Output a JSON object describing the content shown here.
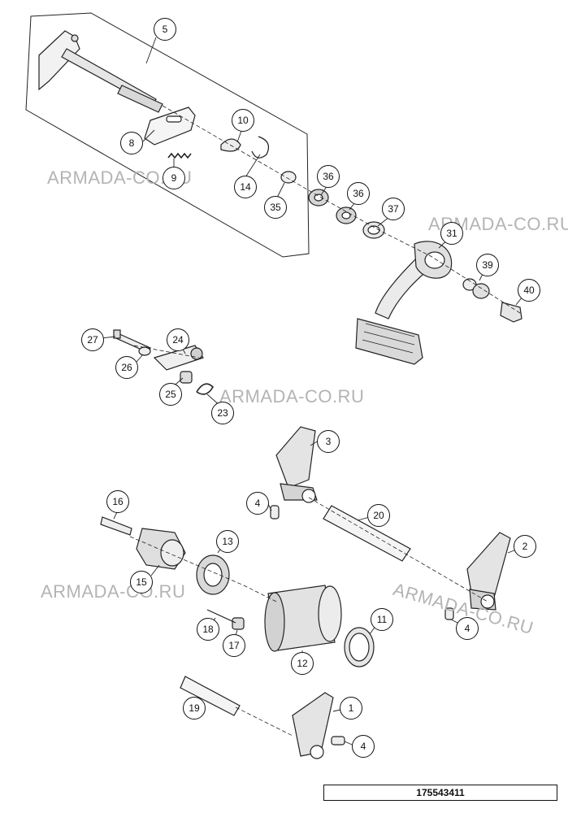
{
  "watermark": "ARMADA-CO.RU",
  "document_number": "175543411",
  "callouts": {
    "c1": "1",
    "c2": "2",
    "c3": "3",
    "c4a": "4",
    "c4b": "4",
    "c4c": "4",
    "c5": "5",
    "c8": "8",
    "c9": "9",
    "c10": "10",
    "c11": "11",
    "c12": "12",
    "c13": "13",
    "c14": "14",
    "c15": "15",
    "c16": "16",
    "c17": "17",
    "c18": "18",
    "c19": "19",
    "c20": "20",
    "c23": "23",
    "c24": "24",
    "c25": "25",
    "c26": "26",
    "c27": "27",
    "c31": "31",
    "c35": "35",
    "c36a": "36",
    "c36b": "36",
    "c37": "37",
    "c39": "39",
    "c40": "40"
  }
}
